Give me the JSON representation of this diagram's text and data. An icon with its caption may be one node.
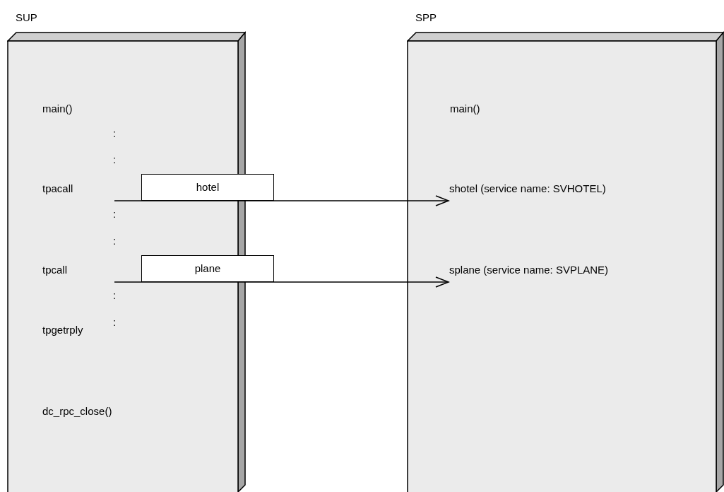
{
  "diagram": {
    "nodes": [
      {
        "text": [
          "SUP"
        ]
      },
      {
        "text": [
          "SPP"
        ]
      },
      {
        "text": [
          "tpacall"
        ],
        "in": 0
      },
      {
        "text": [
          "tpcall"
        ],
        "in": 0
      },
      {
        "text": [
          "shotel (service name:  SVHOTEL)"
        ],
        "in": 1
      },
      {
        "text": [
          "splane (service name:  SVPLANE)"
        ],
        "in": 1
      }
    ],
    "edges": [
      {
        "from": 2,
        "to": 4,
        "arrow": "to",
        "label": "hotel"
      },
      {
        "from": 3,
        "to": 5,
        "arrow": "to",
        "label": "plane"
      }
    ],
    "labels": [
      "main()",
      "main()",
      ":",
      ":",
      ":",
      ":",
      ":",
      ":",
      "tpgetrply",
      "dc_rpc_close()"
    ]
  }
}
